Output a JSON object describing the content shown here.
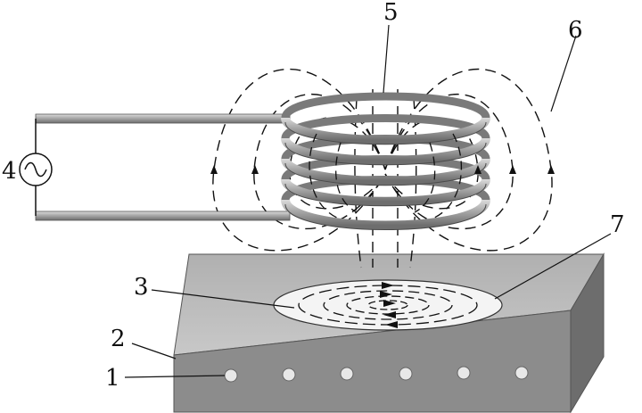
{
  "labels": {
    "l1": "1",
    "l2": "2",
    "l3": "3",
    "l4": "4",
    "l5": "5",
    "l6": "6",
    "l7": "7"
  },
  "colors": {
    "coil": "#9a9a9a",
    "block_top": "#bdbdbd",
    "block_front": "#8e8e8e",
    "block_side": "#6f6f6f",
    "eddy_zone": "#f2f2f2",
    "field_lines": "#111111"
  },
  "source_symbol": "~"
}
